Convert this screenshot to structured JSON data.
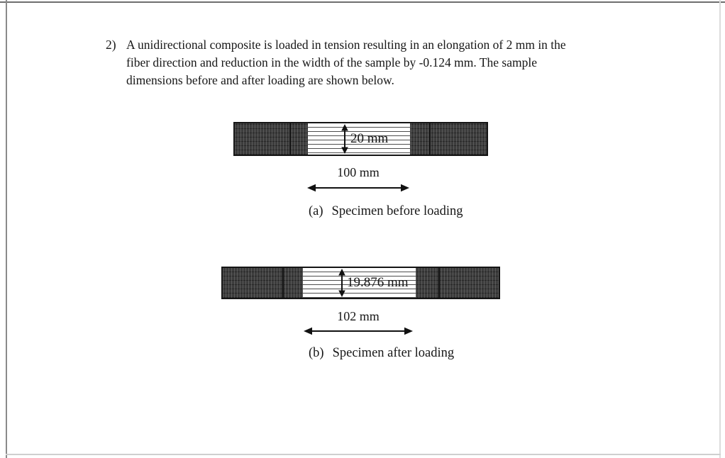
{
  "problem": {
    "number": "2)",
    "lines": [
      "A unidirectional composite is loaded in tension resulting in an elongation of 2 mm in the",
      "fiber direction and reduction in the width of the sample by -0.124 mm. The sample",
      "dimensions before and after loading are shown below."
    ]
  },
  "figures": [
    {
      "width_label": "20 mm",
      "length_label": "100 mm",
      "caption_prefix": "(a)",
      "caption_text": "Specimen before loading"
    },
    {
      "width_label": "19.876 mm",
      "length_label": "102 mm",
      "caption_prefix": "(b)",
      "caption_text": "Specimen after loading"
    }
  ],
  "colors": {
    "tab_dark": "#3c3c3c",
    "bar_border": "#151515",
    "gauge_line": "#4d4d4d",
    "scan_border_dark": "#6e6e6e",
    "scan_border_light": "#dcdcdc",
    "text": "#171717"
  }
}
